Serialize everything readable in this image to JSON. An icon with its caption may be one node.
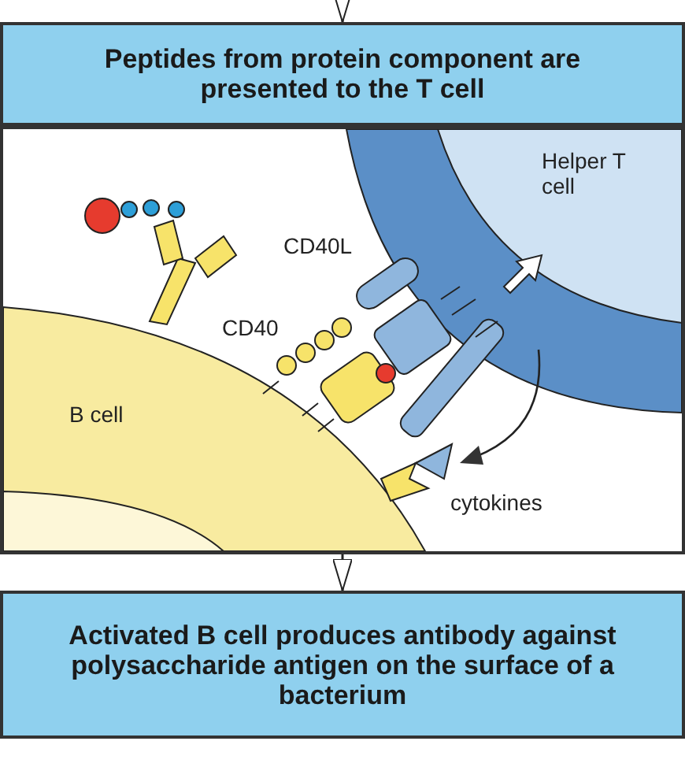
{
  "diagram": {
    "nodes": [
      {
        "text": [
          "Peptides from protein component are presented to the T cell"
        ]
      },
      {
        "text": [],
        "shape": "picture"
      },
      {
        "text": [
          "Activated B cell produces antibody against polysaccharide antigen on the surface of a bacterium"
        ]
      }
    ],
    "edges": [
      {
        "from": null,
        "to": 0,
        "arrow": "to"
      },
      {
        "from": 1,
        "to": 2,
        "arrow": "to"
      }
    ],
    "labels": [
      "Helper T cell",
      "CD40L",
      "CD40",
      "B cell",
      "cytokines"
    ]
  }
}
